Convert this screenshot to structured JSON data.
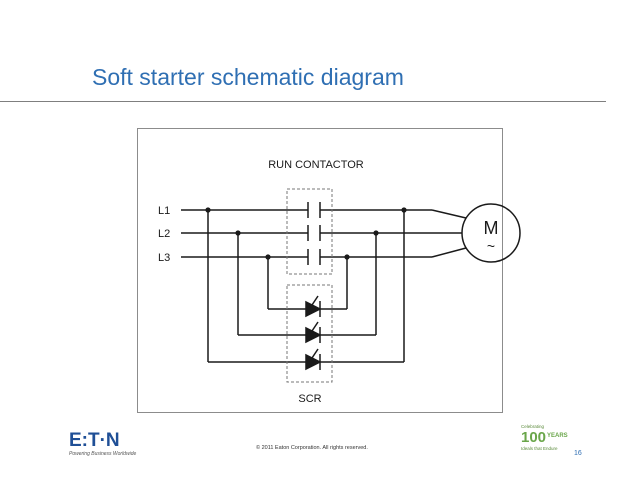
{
  "slide": {
    "title": "Soft starter schematic diagram"
  },
  "diagram": {
    "run_contactor_label": "RUN CONTACTOR",
    "scr_label": "SCR",
    "lines": [
      "L1",
      "L2",
      "L3"
    ],
    "motor_letter": "M",
    "motor_symbol": "~"
  },
  "footer": {
    "logo_text": "E:T·N",
    "logo_tagline": "Powering Business Worldwide",
    "copyright": "© 2011 Eaton Corporation. All rights reserved.",
    "badge_top": "Celebrating",
    "badge_number": "100",
    "badge_years": "YEARS",
    "badge_bottom": "Ideals that Endure",
    "page_number": "16"
  },
  "colors": {
    "title": "#2f6fb3",
    "line": "#1a1a1a",
    "dashed": "#777777",
    "eaton_blue": "#1f4f96",
    "centennial_green": "#6aa64a"
  }
}
